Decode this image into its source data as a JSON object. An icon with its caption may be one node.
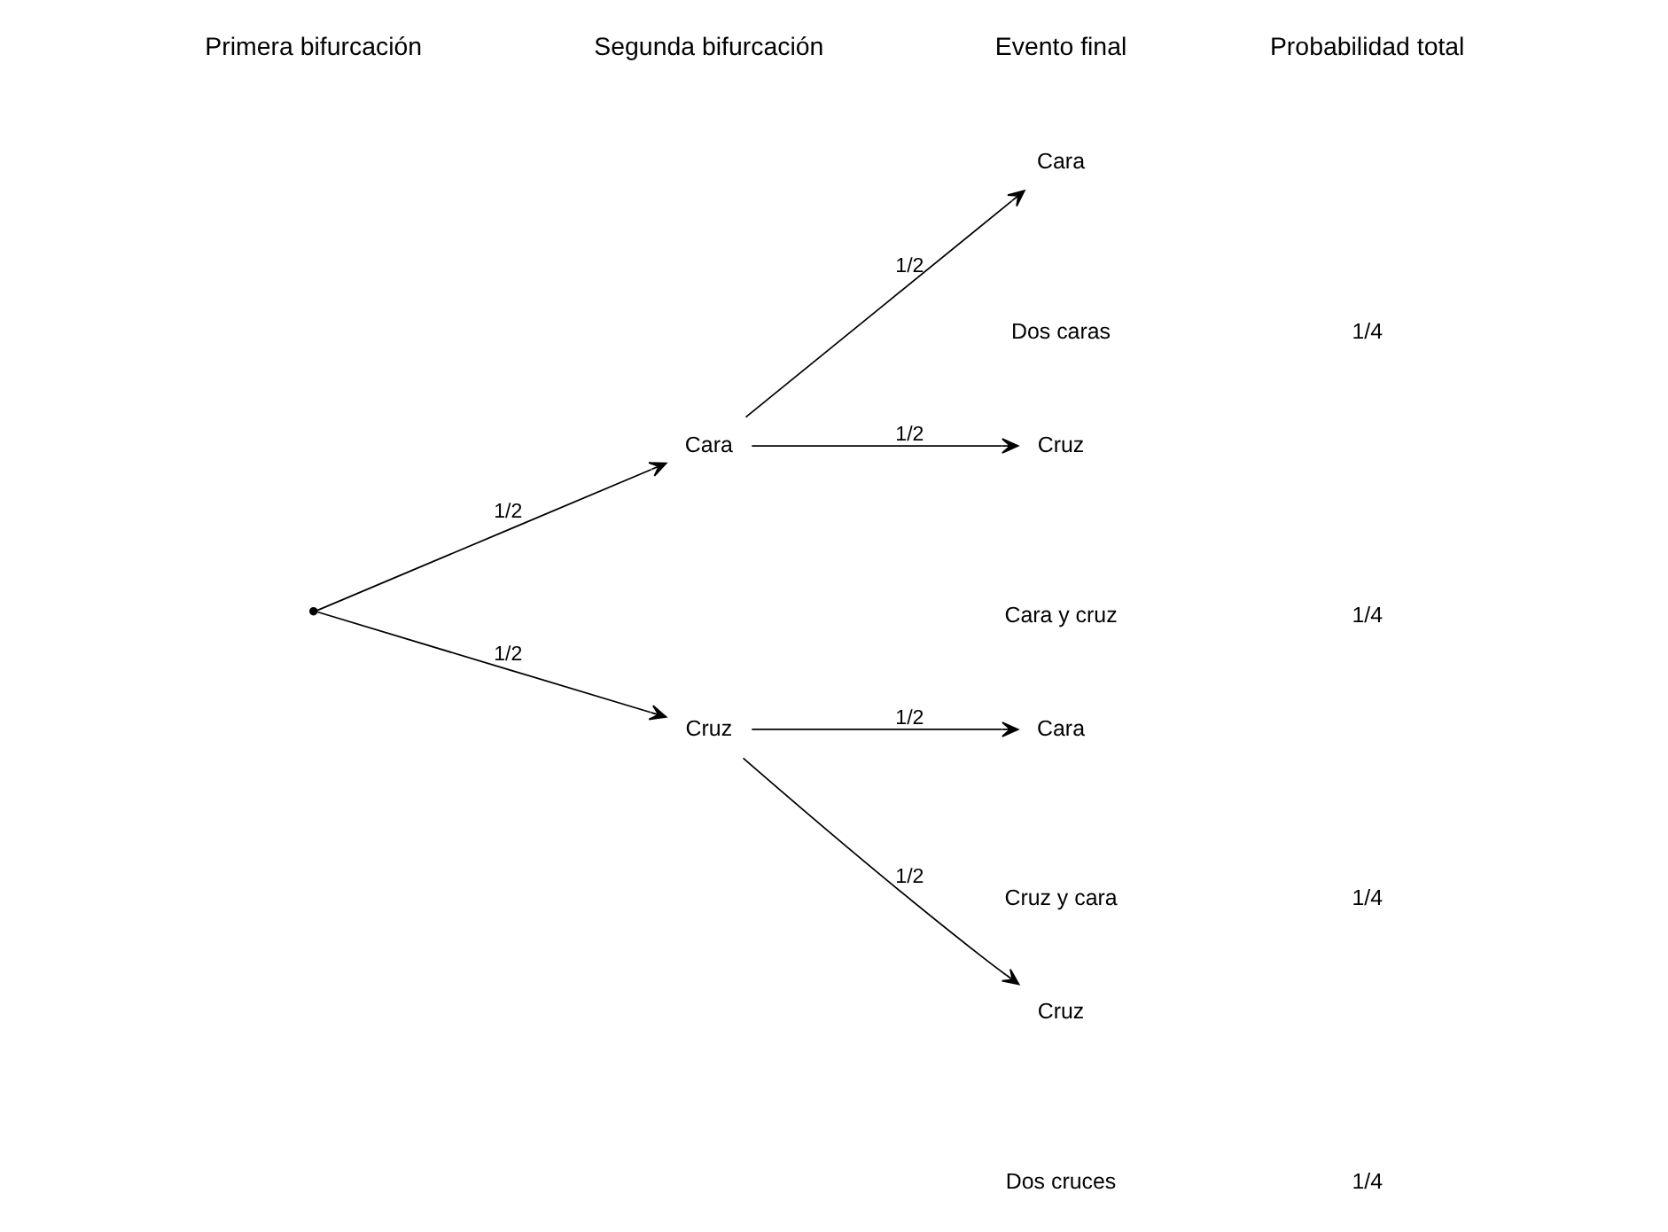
{
  "diagram": {
    "nodes": [
      {
        "text": [],
        "shape": "point"
      },
      {
        "text": [
          "Cara"
        ]
      },
      {
        "text": [
          "Cruz"
        ]
      },
      {
        "text": [
          "Cara"
        ]
      },
      {
        "text": [
          "Cruz"
        ]
      },
      {
        "text": [
          "Cara"
        ]
      },
      {
        "text": [
          "Cruz"
        ]
      }
    ],
    "edges": [
      {
        "from": 0,
        "to": 1,
        "arrow": "to",
        "label": "1/2"
      },
      {
        "from": 0,
        "to": 2,
        "arrow": "to",
        "label": "1/2"
      },
      {
        "from": 1,
        "to": 3,
        "arrow": "to",
        "label": "1/2"
      },
      {
        "from": 1,
        "to": 4,
        "arrow": "to",
        "label": "1/2"
      },
      {
        "from": 2,
        "to": 5,
        "arrow": "to",
        "label": "1/2"
      },
      {
        "from": 2,
        "to": 6,
        "arrow": "to",
        "label": "1/2"
      }
    ],
    "labels": [
      "Primera bifurcación",
      "Segunda bifurcación",
      "Evento final",
      "Probabilidad total",
      "Dos caras",
      "1/4",
      "Cara y cruz",
      "1/4",
      "Cruz y cara",
      "1/4",
      "Dos cruces",
      "1/4"
    ]
  }
}
